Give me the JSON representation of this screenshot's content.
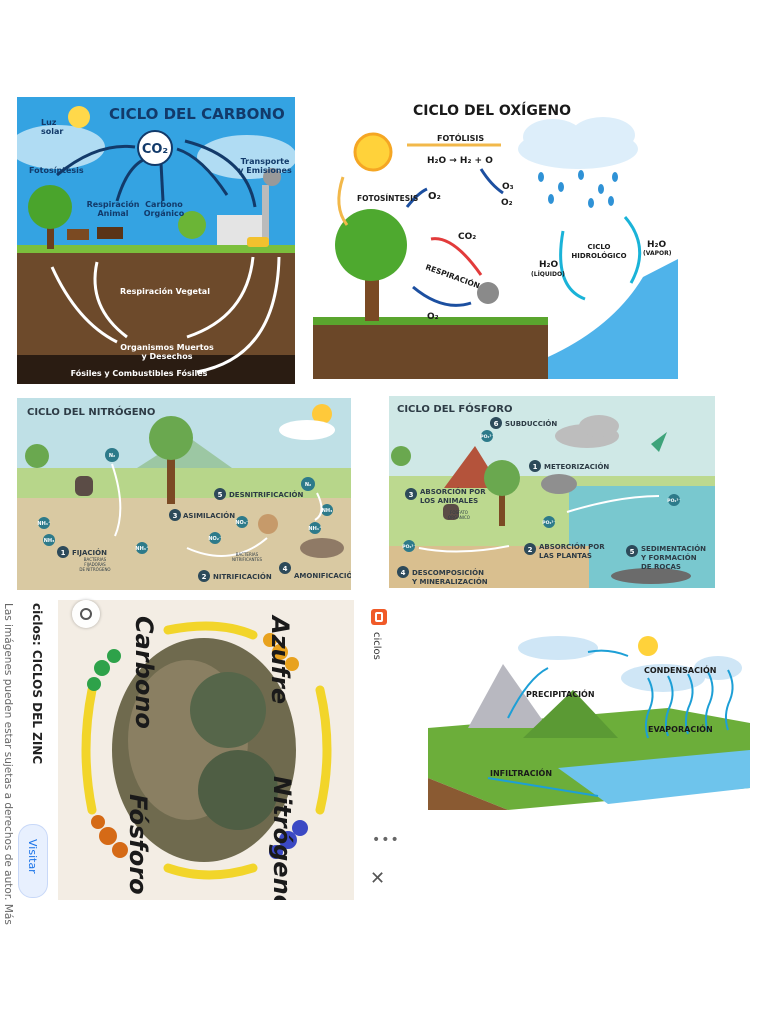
{
  "carbon": {
    "title": "CICLO DEL CARBONO",
    "sun_label": [
      "Luz",
      "solar"
    ],
    "center": "CO₂",
    "labels": {
      "photosynthesis": "Fotosíntesis",
      "animal_respiration": [
        "Respiración",
        "Animal"
      ],
      "organic_carbon": [
        "Carbono",
        "Orgánico"
      ],
      "transport": [
        "Transporte",
        "y Emisiones"
      ],
      "plant_respiration": "Respiración Vegetal",
      "dead_organisms": [
        "Organismos Muertos",
        "y Desechos"
      ],
      "fossils": "Fósiles y Combustibles Fósiles"
    }
  },
  "oxygen": {
    "title": "CICLO DEL OXÍGENO",
    "labels": {
      "photolysis": "FOTÓLISIS",
      "equation": "H₂O → H₂ + O",
      "photosynthesis": "FOTOSÍNTESIS",
      "o2_top": "O₂",
      "o3": "O₃",
      "o2_right": "O₂",
      "co2": "CO₂",
      "respiration": "RESPIRACIÓN",
      "o2_bottom": "O₂",
      "h2o_liquid": "H₂O",
      "liquid": "(LÍQUIDO)",
      "cycle": [
        "CICLO",
        "HIDROLÓGICO"
      ],
      "h2o_vapor": "H₂O",
      "vapor": "(VAPOR)"
    }
  },
  "nitrogen": {
    "title": "CICLO DEL NITRÓGENO",
    "steps": [
      {
        "num": "1",
        "label": "FIJACIÓN"
      },
      {
        "num": "2",
        "label": "NITRIFICACIÓN"
      },
      {
        "num": "3",
        "label": "ASIMILACIÓN"
      },
      {
        "num": "4",
        "label": "AMONIFICACIÓN"
      },
      {
        "num": "5",
        "label": "DESNITRIFICACIÓN"
      }
    ],
    "small": {
      "fixing_bacteria": [
        "BACTERIAS",
        "FIJADORAS",
        "DE NITRÓGENO"
      ],
      "nitrifying_bacteria": [
        "BACTERIAS",
        "NITRIFICANTES"
      ]
    },
    "molecules": {
      "n2": "N₂",
      "nh4": "NH₄⁺",
      "nh3": "NH₃",
      "no2": "NO₂⁻",
      "no3": "NO₃⁻"
    }
  },
  "phosphorus": {
    "title": "CICLO DEL FÓSFORO",
    "steps": [
      {
        "num": "1",
        "label": "METEORIZACIÓN"
      },
      {
        "num": "2",
        "label": [
          "ABSORCIÓN POR",
          "LAS PLANTAS"
        ]
      },
      {
        "num": "3",
        "label": [
          "ABSORCIÓN POR",
          "LOS ANIMALES"
        ]
      },
      {
        "num": "4",
        "label": [
          "DESCOMPOSICIÓN",
          "Y MINERALIZACIÓN"
        ]
      },
      {
        "num": "5",
        "label": [
          "SEDIMENTACIÓN",
          "Y FORMACIÓN",
          "DE ROCAS"
        ]
      },
      {
        "num": "6",
        "label": "SUBDUCCIÓN"
      }
    ],
    "small": {
      "organic_phosphate": [
        "FOSFATO",
        "ORGÁNICO"
      ],
      "molecule": "PO₄³⁻"
    }
  },
  "cycles_image": {
    "labels": {
      "sulfur": "Azufre",
      "carbon": "Carbono",
      "nitrogen": "Nitrógeno",
      "phosphorus": "Fósforo"
    }
  },
  "water": {
    "labels": {
      "condensation": "CONDENSACIÓN",
      "precipitation": "PRECIPITACIÓN",
      "evaporation": "EVAPORACIÓN",
      "infiltration": "INFILTRACIÓN"
    }
  },
  "viewer": {
    "title": "ciclos: CICLOS DEL ZINC",
    "note": "Las imágenes pueden estar sujetas a derechos de autor. Más",
    "visit": "Visitar",
    "source": "ciclos",
    "more": "•••",
    "close": "✕"
  },
  "colors": {
    "carbon_sky": "#2f9fe0",
    "oxygen_sky": "#ffffff",
    "nitrogen_bg": "#d9ecd0",
    "phosphorus_bg": "#cfe8e6",
    "arrow_blue": "#1c4fa0",
    "step_badge": "#2d4a5a"
  }
}
